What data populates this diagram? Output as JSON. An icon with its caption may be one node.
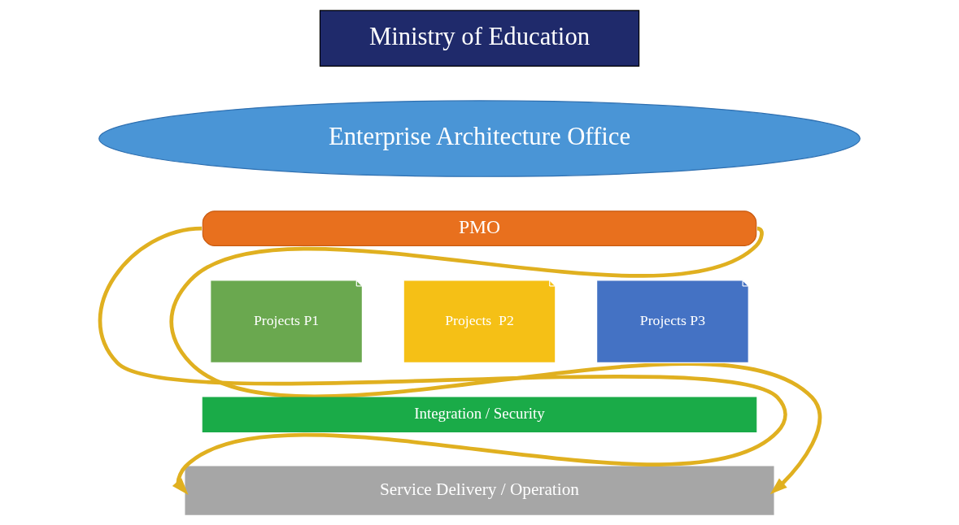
{
  "diagram": {
    "nodes": [
      {
        "text": [
          "Ministry of Education"
        ]
      },
      {
        "text": [
          "Enterprise Architecture Office"
        ]
      },
      {
        "text": [
          "PMO"
        ]
      },
      {
        "text": [
          "Projects P1"
        ]
      },
      {
        "text": [
          "Projects  P2"
        ]
      },
      {
        "text": [
          "Projects P3"
        ]
      },
      {
        "text": [
          "Integration / Security"
        ]
      },
      {
        "text": [
          "Service Delivery / Operation"
        ]
      }
    ],
    "edges": [
      {
        "from": 2,
        "to": 7,
        "arrow": "to"
      },
      {
        "from": 2,
        "to": 7,
        "arrow": "to"
      }
    ]
  }
}
